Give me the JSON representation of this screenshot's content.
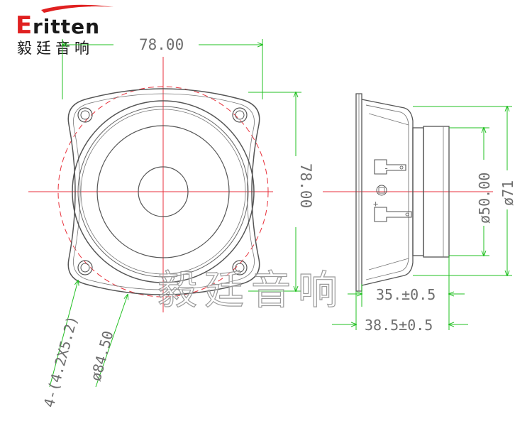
{
  "logo": {
    "first_letter": "E",
    "rest": "ritten",
    "chinese": "毅廷音响"
  },
  "front_view": {
    "width_dim": "78.00",
    "height_dim": "78.00",
    "mount_holes": "4-(4.2X5.2)",
    "pitch_circle": "ø84.50"
  },
  "side_view": {
    "magnet_dim": "ø50.00",
    "outer_dim": "ø71",
    "depth_dim": "35.±0.5",
    "total_depth_dim": "38.5±0.5",
    "terminal_minus": "-",
    "terminal_plus": "+"
  },
  "watermark": "毅廷音响",
  "colors": {
    "outline": "#555555",
    "center_line": "#e8323c",
    "dimension": "#22c022",
    "logo_red": "#e02020",
    "logo_text": "#1a1a1a"
  }
}
